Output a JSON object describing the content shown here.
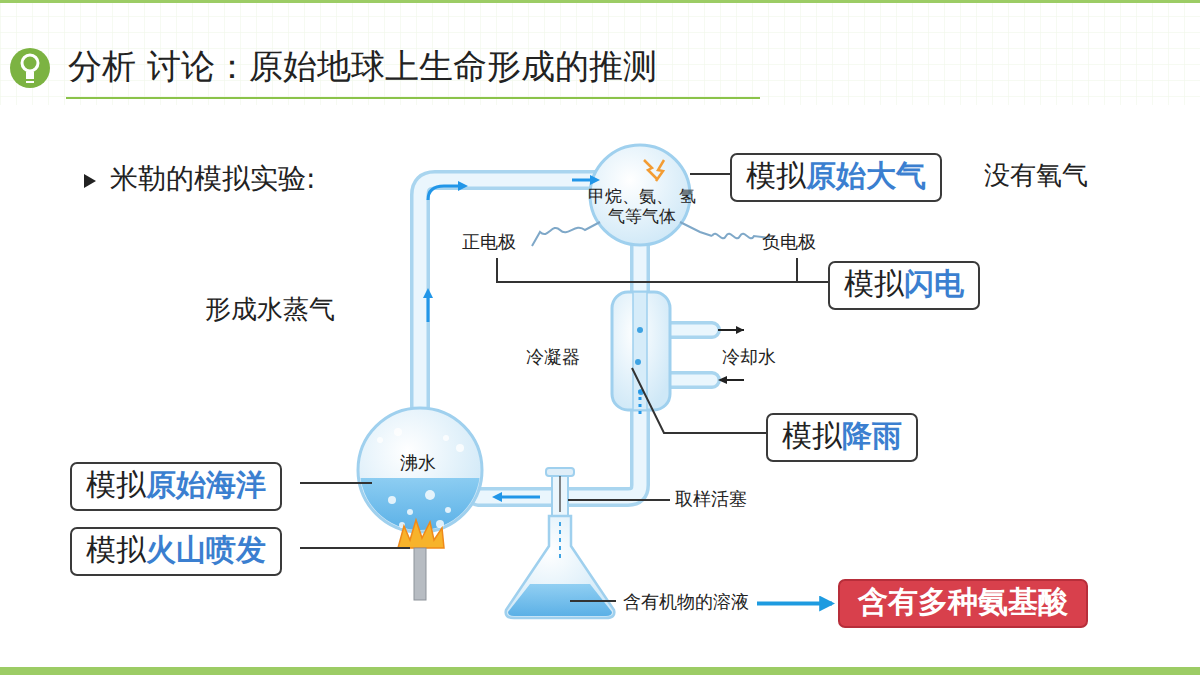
{
  "diagram": {
    "title": "分析 讨论：原始地球上生命形成的推测",
    "nodes": [
      {
        "text": [
          "模拟",
          "原始大气"
        ]
      },
      {
        "text": [
          "模拟",
          "闪电"
        ]
      },
      {
        "text": [
          "模拟",
          "降雨"
        ]
      },
      {
        "text": [
          "模拟",
          "原始海洋"
        ]
      },
      {
        "text": [
          "模拟",
          "火山喷发"
        ]
      },
      {
        "text": [
          "含有机物的溶液"
        ]
      },
      {
        "text": [
          "含有多种氨基酸"
        ]
      }
    ],
    "edges": [
      {
        "from": 5,
        "to": 6,
        "arrow": "to"
      }
    ],
    "labels": [
      "米勒的模拟实验:",
      "没有氧气",
      "甲烷、氨、 氢气等气体",
      "正电极",
      "负电极",
      "形成水蒸气",
      "冷凝器",
      "冷却水",
      "沸水",
      "取样活塞"
    ]
  }
}
